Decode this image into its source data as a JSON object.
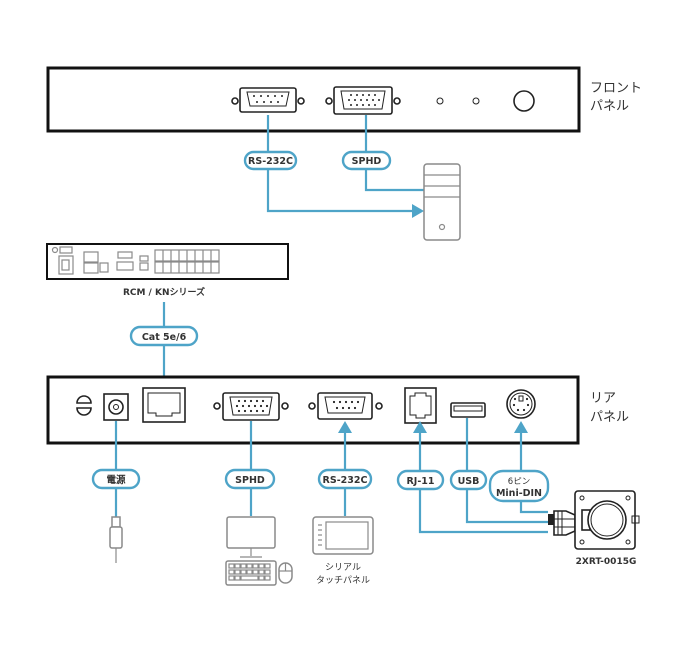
{
  "front_panel": {
    "label_line1": "フロント",
    "label_line2": "パネル",
    "connectors": [
      "RS-232C",
      "SPHD"
    ]
  },
  "rear_panel": {
    "label_line1": "リア",
    "label_line2": "パネル"
  },
  "cables": {
    "front_rs232c": "RS-232C",
    "front_sphd": "SPHD",
    "cat": "Cat 5e/6",
    "power": "電源",
    "rear_sphd": "SPHD",
    "rear_rs232c": "RS-232C",
    "rj11": "RJ-11",
    "usb": "USB",
    "minidin_line1": "6ピン",
    "minidin_line2": "Mini-DIN"
  },
  "devices": {
    "rcm_label": "RCM / KNシリーズ",
    "touch_panel_line1": "シリアル",
    "touch_panel_line2": "タッチパネル",
    "camera_label": "2XRT-0015G"
  },
  "colors": {
    "cable": "#4ea4c8",
    "outline": "#111111",
    "device_gray": "#8a8a8a"
  }
}
